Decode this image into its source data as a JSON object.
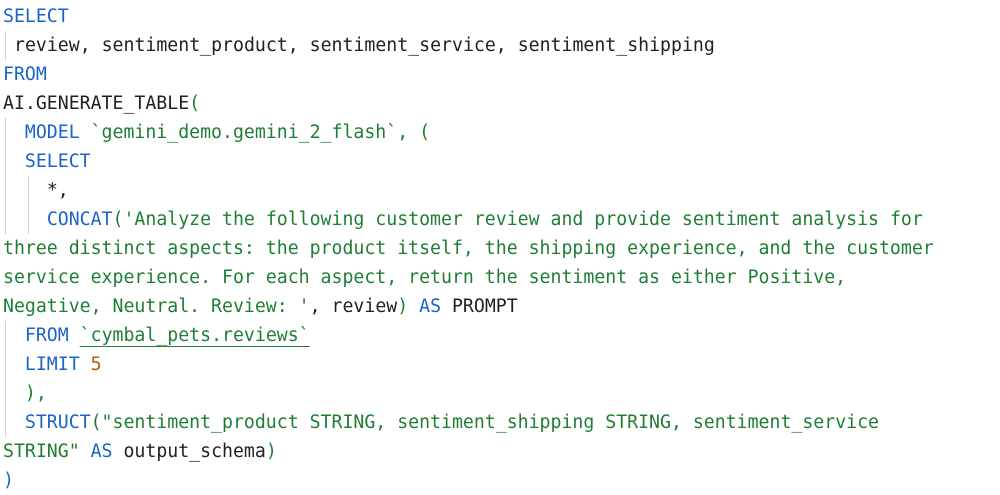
{
  "editor": {
    "l1": {
      "kw": "SELECT"
    },
    "l2": {
      "text": "review, sentiment_product, sentiment_service, sentiment_shipping"
    },
    "l3": {
      "kw": "FROM"
    },
    "l4": {
      "fn": "AI.GENERATE_TABLE",
      "paren": "("
    },
    "l5": {
      "kw": "MODEL",
      "model": "`gemini_demo.gemini_2_flash`",
      "rest": ", ("
    },
    "l6": {
      "kw": "SELECT"
    },
    "l7": {
      "star": "*,"
    },
    "l8": {
      "fn": "CONCAT",
      "str": "('Analyze the following customer review and provide sentiment analysis for"
    },
    "l9": {
      "str": "three distinct aspects: the product itself, the shipping experience, and the customer"
    },
    "l10": {
      "str": "service experience. For each aspect, return the sentiment as either Positive,"
    },
    "l11": {
      "str": "Negative, Neutral. Review: '",
      "sep": ", ",
      "col": "review",
      "close": ")",
      "kw": "AS",
      "alias": "PROMPT"
    },
    "l12": {
      "kw": "FROM",
      "table": "`cymbal_pets.reviews`"
    },
    "l13": {
      "kw": "LIMIT",
      "num": "5"
    },
    "l14": {
      "text": "),"
    },
    "l15": {
      "fn": "STRUCT",
      "str": "(\"sentiment_product STRING, sentiment_shipping STRING, sentiment_service"
    },
    "l16": {
      "str": "STRING\"",
      "kw": "AS",
      "col": "output_schema",
      "close": ")"
    },
    "l17": {
      "close": ")"
    }
  },
  "colors": {
    "keyword": "#1a63c9",
    "string": "#1e7e34",
    "number": "#b55e06",
    "text": "#202124",
    "guide": "#d0d0d0"
  }
}
